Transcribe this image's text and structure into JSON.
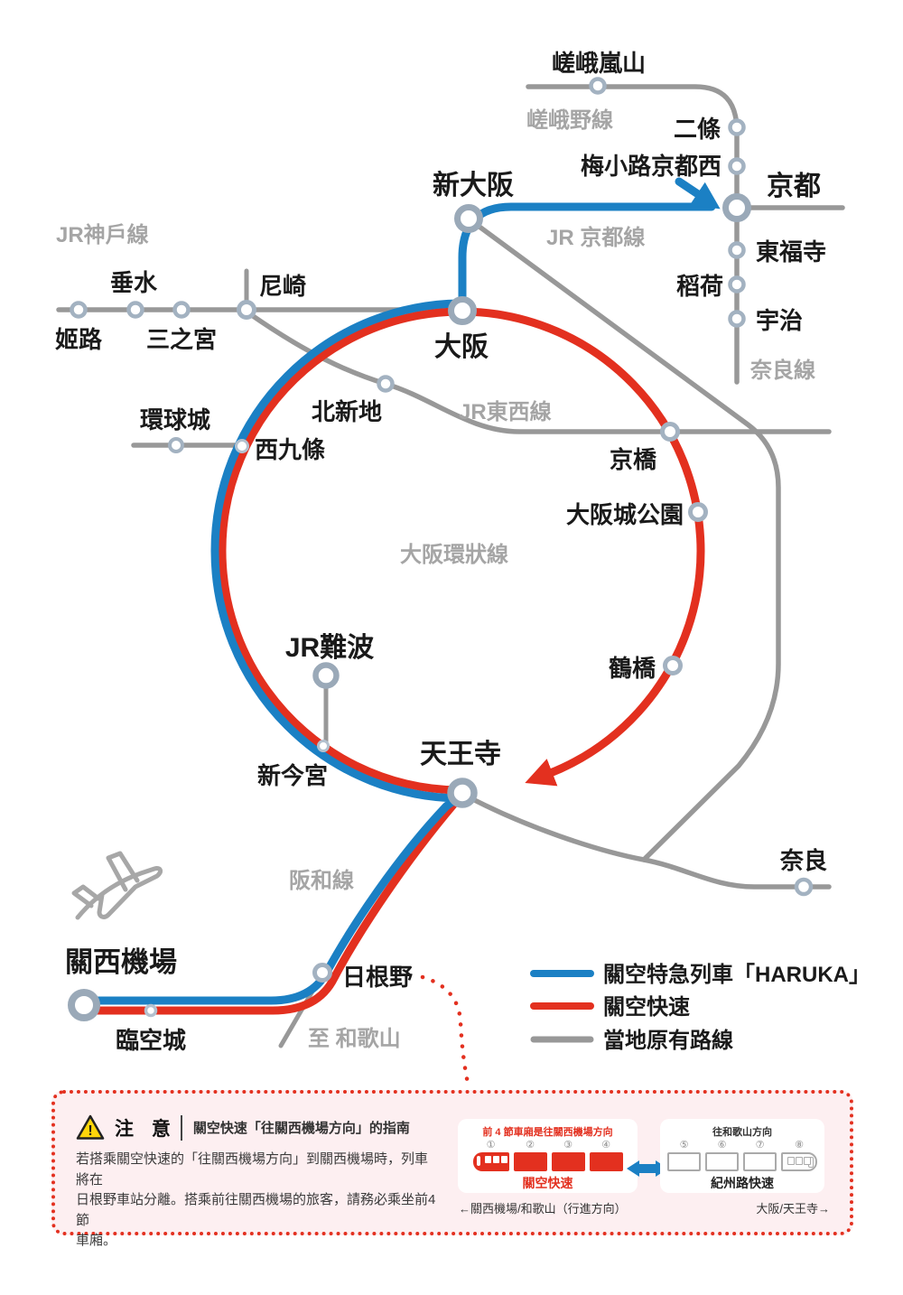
{
  "colors": {
    "haruka_blue": "#1b80c4",
    "rapid_red": "#e3301f",
    "local_gray": "#989898",
    "station_ring": "#9aa9b8",
    "line_label_gray": "#a5a5a5",
    "notice_pink": "#fdeff1",
    "warning_yellow": "#ffd60a"
  },
  "map": {
    "stations": {
      "saga_arashiyama": "嵯峨嵐山",
      "nijo": "二條",
      "umekoji_kyotonishi": "梅小路京都西",
      "kyoto": "京都",
      "tofukuji": "東福寺",
      "inari": "稻荷",
      "uji": "宇治",
      "shin_osaka": "新大阪",
      "osaka": "大阪",
      "himeji": "姬路",
      "tarumi": "垂水",
      "sannomiya": "三之宮",
      "amagasaki": "尼崎",
      "kitashinchi": "北新地",
      "universal_city": "環球城",
      "nishikujo": "西九條",
      "kyobashi": "京橋",
      "osakajo_koen": "大阪城公園",
      "tsuruhashi": "鶴橋",
      "jr_namba": "JR難波",
      "shin_imamiya": "新今宮",
      "tennoji": "天王寺",
      "nara": "奈良",
      "hineno": "日根野",
      "rinku_town": "臨空城",
      "kansai_airport": "關西機場"
    },
    "lines": {
      "sagano": "嵯峨野線",
      "jr_kyoto": "JR 京都線",
      "jr_kobe": "JR神戶線",
      "nara_line": "奈良線",
      "jr_tozai": "JR東西線",
      "osaka_loop": "大阪環狀線",
      "hanwa": "阪和線",
      "to_wakayama": "至 和歌山"
    },
    "legend": [
      {
        "label": "關空特急列車「HARUKA」"
      },
      {
        "label": "關空快速"
      },
      {
        "label": "當地原有路線"
      }
    ]
  },
  "notice": {
    "title": "注 意",
    "subtitle": "關空快速「往關西機場方向」的指南",
    "body_line1": "若搭乘關空快速的「往關西機場方向」到關西機場時，列車將在",
    "body_line2": "日根野車站分離。搭乘前往關西機場的旅客，請務必乘坐前4節",
    "body_line3": "車廂。",
    "left_train": {
      "header": "前 4 節車廂是往關西機場方向",
      "cars": [
        "①",
        "②",
        "③",
        "④"
      ],
      "label": "關空快速"
    },
    "right_train": {
      "header": "往和歌山方向",
      "cars": [
        "⑤",
        "⑥",
        "⑦",
        "⑧"
      ],
      "label": "紀州路快速"
    },
    "caption_left": "←關西機場/和歌山（行進方向）",
    "caption_right": "大阪/天王寺→"
  }
}
